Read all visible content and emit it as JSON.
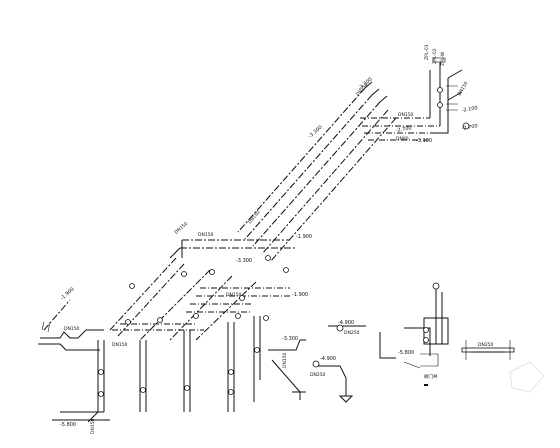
{
  "elevations": [
    "-3.300",
    "-3.300",
    "-2.700",
    "-3.100",
    "-2.100",
    "-2.700",
    "-1.900",
    "-1.900",
    "-1.900",
    "-4.900",
    "-3.300",
    "-4.900",
    "-5.800",
    "-5.800",
    "-3.300"
  ],
  "pipe_sizes": [
    "DN150",
    "DN150",
    "DN150",
    "DN150",
    "DN80",
    "DN150",
    "DN150",
    "DN150",
    "DN150",
    "DN150",
    "DN250",
    "DN250",
    "DN150",
    "DN150"
  ],
  "risers": [
    "ZPL-01",
    "ZPL-02",
    "ZPL-W"
  ],
  "legend_label": "DN250",
  "note": "阀门井"
}
